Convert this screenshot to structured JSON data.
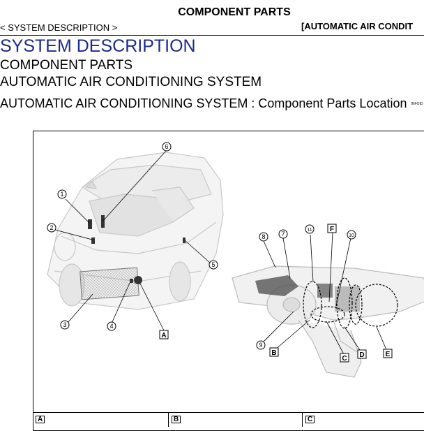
{
  "header": {
    "title": "COMPONENT PARTS",
    "breadcrumb": "< SYSTEM DESCRIPTION >",
    "section_tag": "[AUTOMATIC AIR CONDIT"
  },
  "content": {
    "section_title": "SYSTEM DESCRIPTION",
    "heading_1": "COMPONENT PARTS",
    "heading_2": "AUTOMATIC AIR CONDITIONING SYSTEM",
    "heading_3": "AUTOMATIC AIR CONDITIONING SYSTEM : Component Parts Location",
    "info_id": "INFOID"
  },
  "figure": {
    "callouts": [
      "1",
      "2",
      "3",
      "4",
      "5",
      "6",
      "7",
      "8",
      "9",
      "10",
      "11"
    ],
    "letters": [
      "A",
      "B",
      "C",
      "D",
      "E",
      "F"
    ]
  },
  "table": {
    "cells": [
      "A",
      "B",
      "C"
    ]
  }
}
